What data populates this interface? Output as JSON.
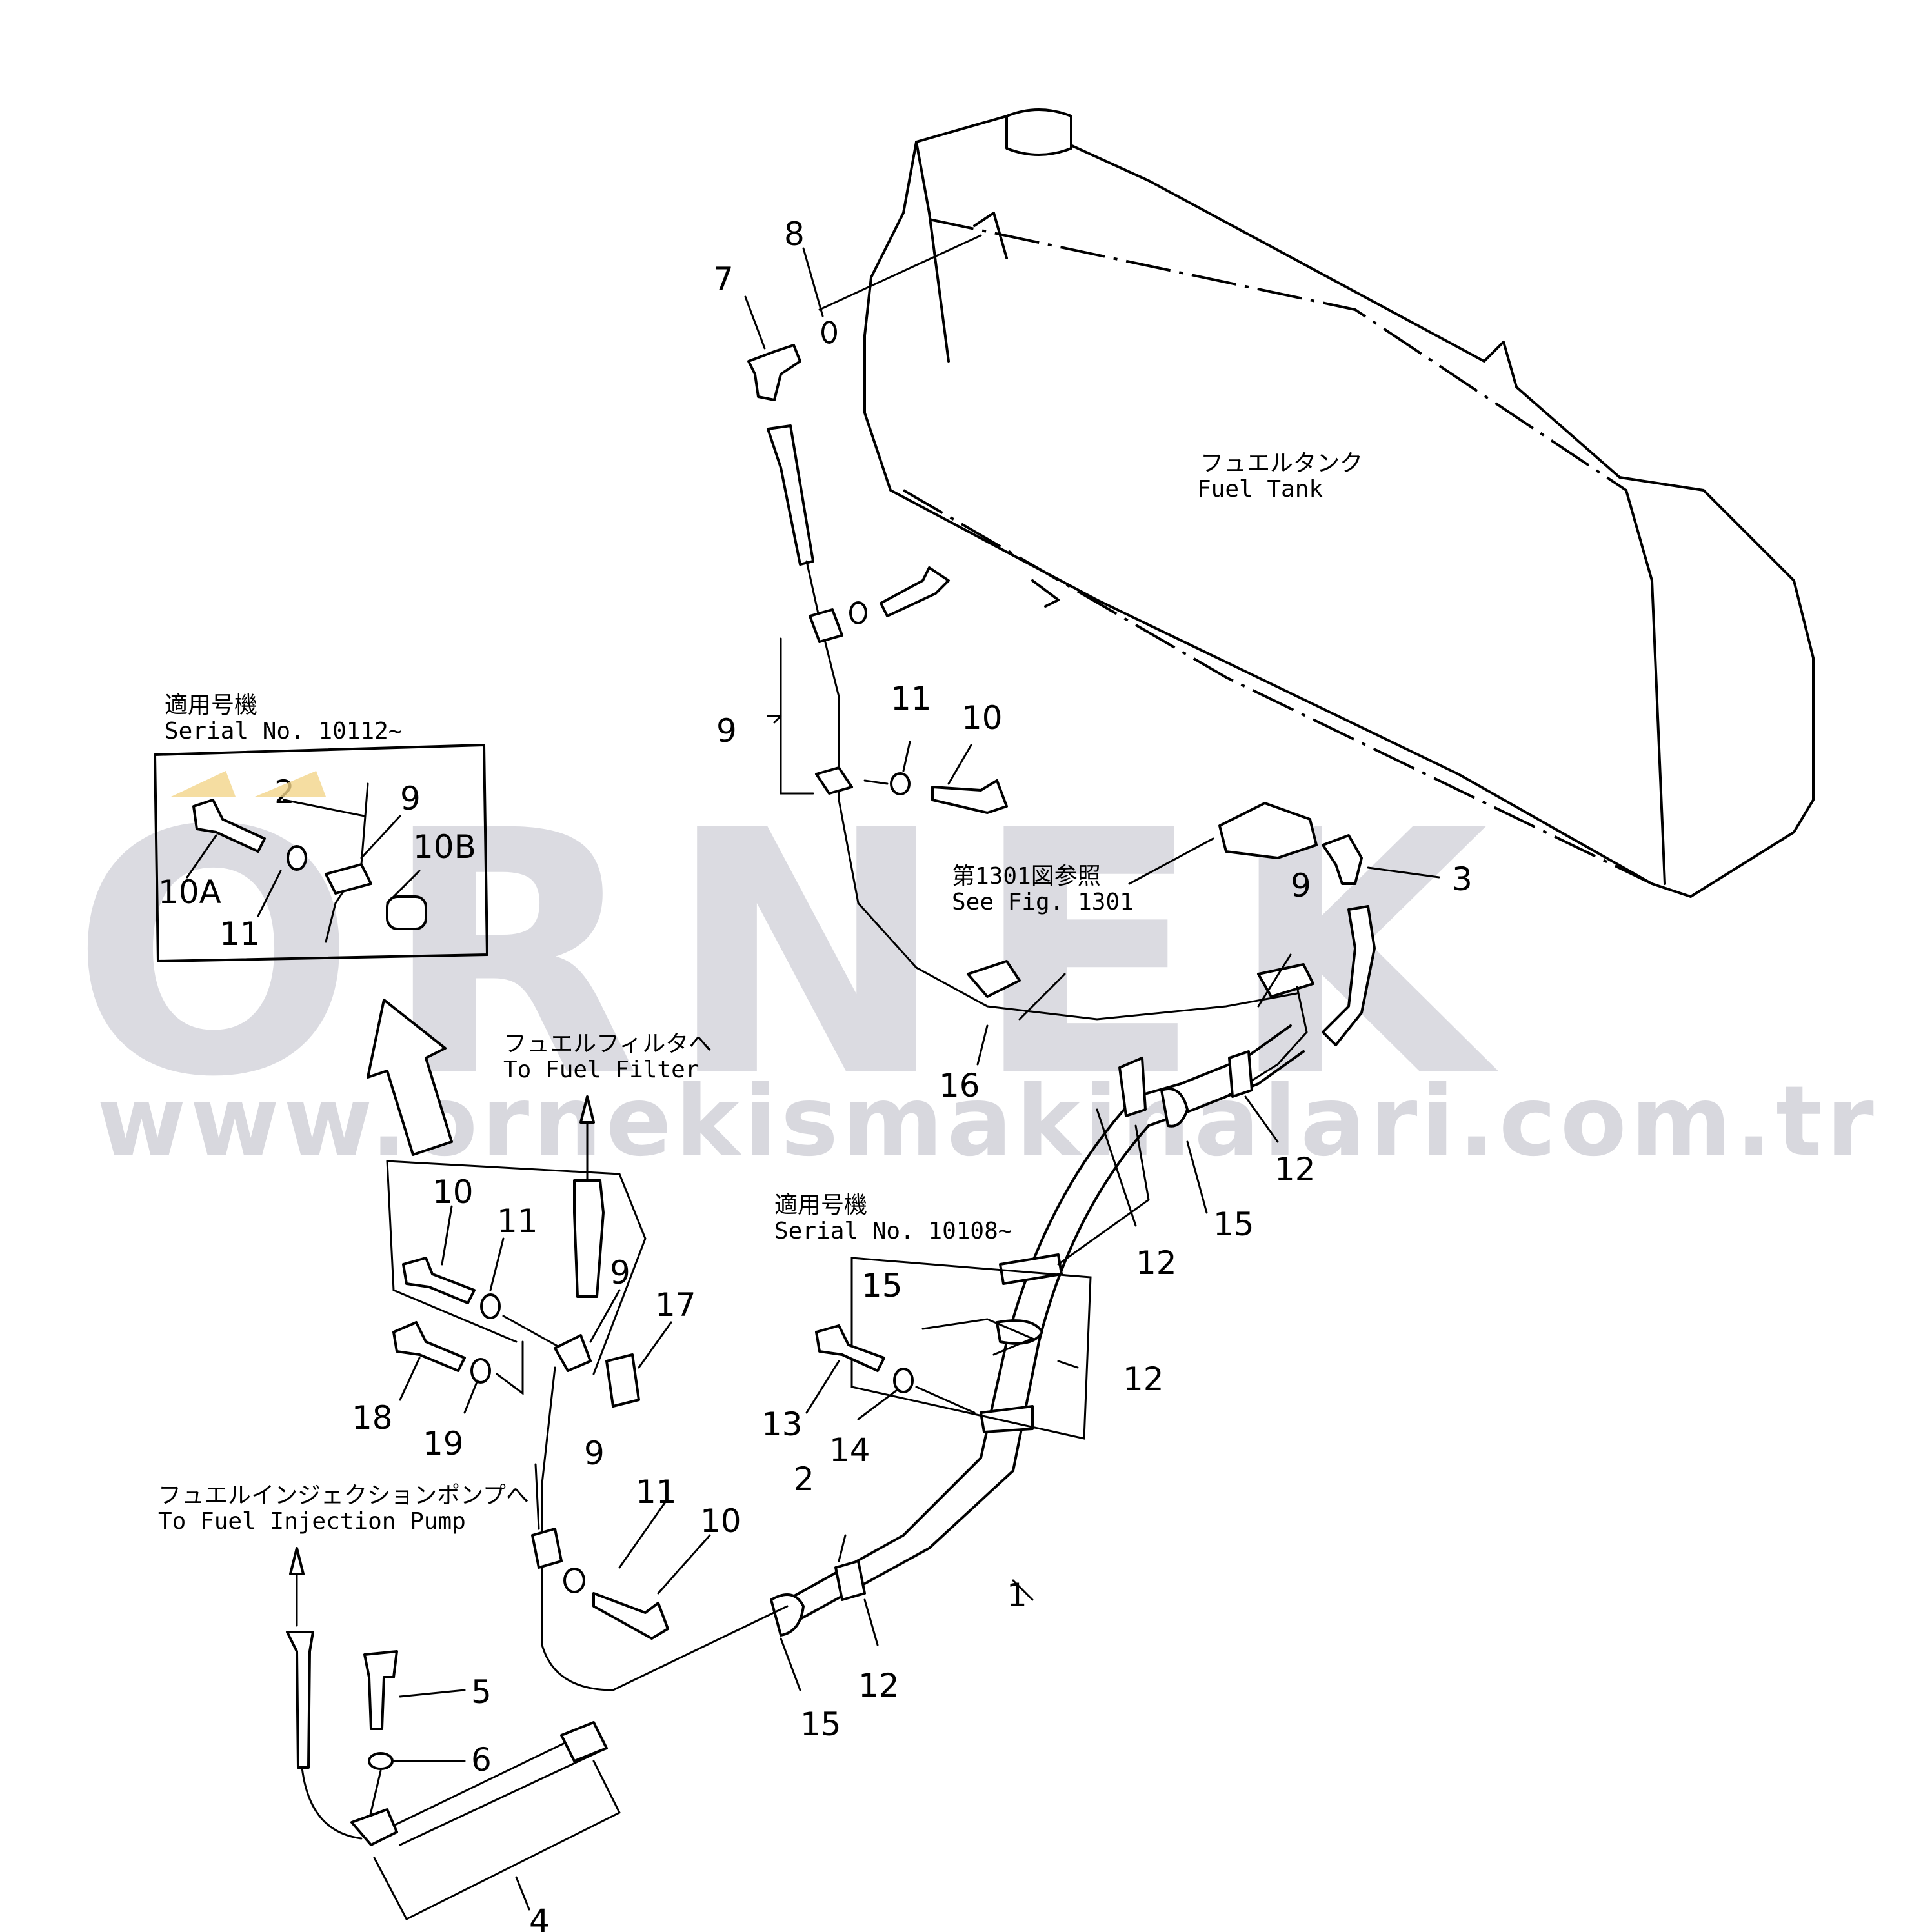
{
  "watermark": {
    "brand": "ORNEK",
    "url": "www.ornekismakinalari.com.tr"
  },
  "labels": {
    "fuel_tank_jp": "フュエルタンク",
    "fuel_tank_en": "Fuel  Tank",
    "see_fig_jp": "第1301図参照",
    "see_fig_en": "See  Fig.  1301",
    "serial_10112_jp": "適用号機",
    "serial_10112_en": "Serial  No.  10112~",
    "serial_10108_jp": "適用号機",
    "serial_10108_en": "Serial  No.  10108~",
    "to_filter_jp": "フュエルフィルタへ",
    "to_filter_en": "To  Fuel  Filter",
    "to_pump_jp": "フュエルインジェクションポンプへ",
    "to_pump_en": "To  Fuel  Injection  Pump"
  },
  "callouts": {
    "c1": "1",
    "c2": "2",
    "c2b": "2",
    "c3": "3",
    "c4": "4",
    "c5": "5",
    "c6": "6",
    "c7": "7",
    "c8": "8",
    "c9a": "9",
    "c9b": "9",
    "c9c": "9",
    "c9d": "9",
    "c9e": "9",
    "c10a": "10",
    "c10b": "10",
    "c10c": "10",
    "c10A": "10A",
    "c10B": "10B",
    "c11a": "11",
    "c11b": "11",
    "c11c": "11",
    "c11d": "11",
    "c12a": "12",
    "c12b": "12",
    "c12c": "12",
    "c12d": "12",
    "c13": "13",
    "c14": "14",
    "c15a": "15",
    "c15b": "15",
    "c15c": "15",
    "c16": "16",
    "c17": "17",
    "c18": "18",
    "c19": "19"
  }
}
